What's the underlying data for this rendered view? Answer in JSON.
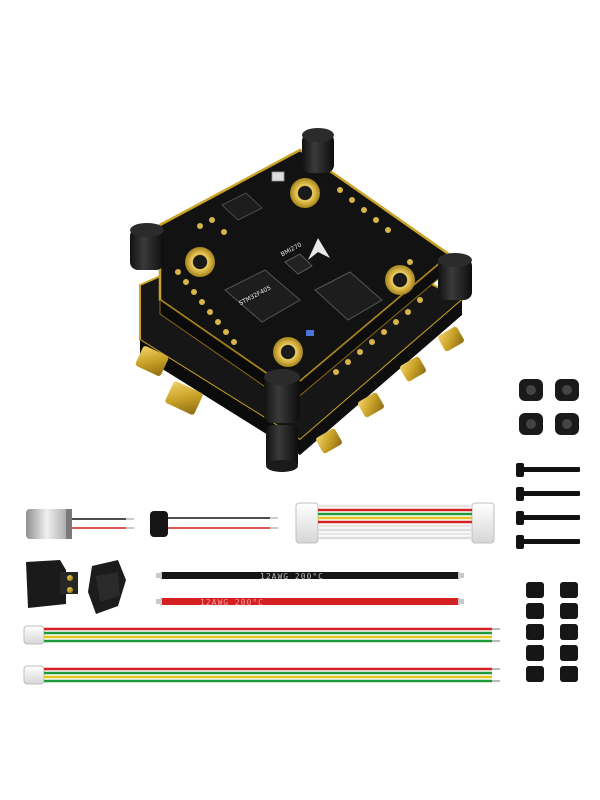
{
  "product": {
    "board": {
      "chip_text_1": "STM32F405",
      "chip_text_2": "BMI270"
    },
    "wires": {
      "black_label": "12AWG  200°C",
      "red_label": "12AWG  200°C"
    }
  },
  "colors": {
    "pcb": "#111111",
    "gold": "#c9a227",
    "wire_red": "#d42020",
    "wire_black": "#151515",
    "wire_green": "#1e9a3a",
    "wire_yellow": "#e6c21e",
    "connector_white": "#f2f2f2"
  }
}
